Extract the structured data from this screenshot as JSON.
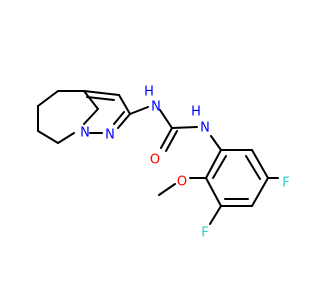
{
  "molecule": {
    "colors": {
      "bond": "#000000",
      "nitrogen": "#0000ff",
      "oxygen": "#ff0000",
      "fluorine": "#33cccc",
      "carbon": "#000000"
    },
    "atoms": {
      "n_bridge": "N",
      "n_pyrazole": "N",
      "nh_left": "H",
      "n_left": "N",
      "o_carbonyl": "O",
      "nh_right": "H",
      "n_right": "N",
      "o_methoxy": "O",
      "f_bottom": "F",
      "f_right": "F"
    }
  }
}
